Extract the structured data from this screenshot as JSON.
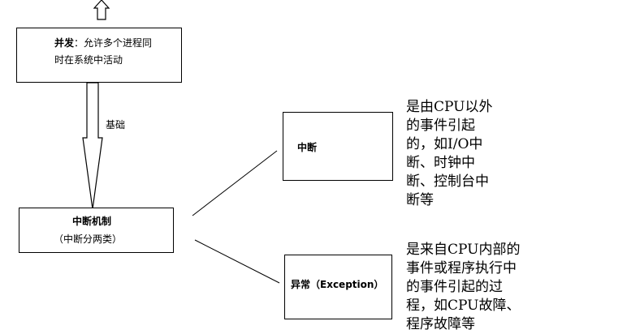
{
  "concurrency": {
    "label_bold": "并发",
    "label_colon": "：",
    "line1_rest": "允许多个进程同",
    "line2": "时在系统中活动"
  },
  "arrow_label": "基础",
  "interrupt_mechanism": {
    "title": "中断机制",
    "subtitle": "（中断分两类）"
  },
  "interrupt": {
    "label": "中断",
    "description": [
      "是由CPU以外",
      "的事件引起",
      "的，如I/O中",
      "断、时钟中",
      "断、控制台中",
      "断等"
    ]
  },
  "exception": {
    "label": "异常（Exception）",
    "description": [
      "是来自CPU内部的",
      "事件或程序执行中",
      "的事件引起的过",
      "程，如CPU故障、",
      "程序故障等"
    ]
  },
  "colors": {
    "line": "#000000",
    "background": "#ffffff"
  }
}
